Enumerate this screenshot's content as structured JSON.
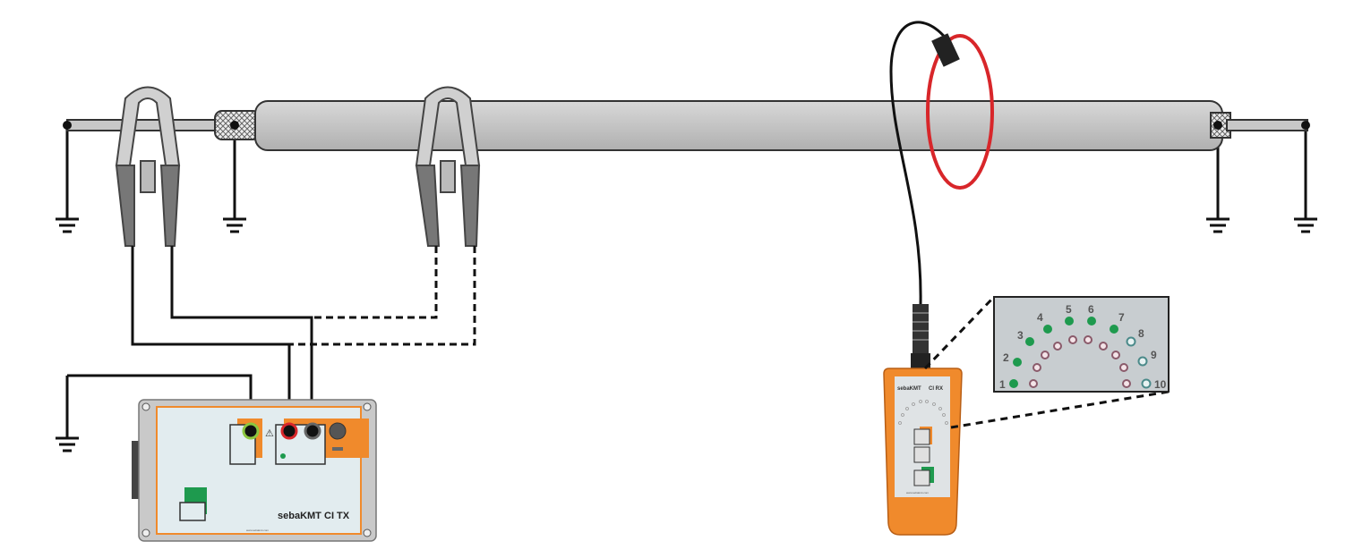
{
  "transmitter": {
    "brand": "sebaKMT",
    "model": "CI TX",
    "url": "www.sebakmt.com"
  },
  "receiver": {
    "brand": "sebaKMT",
    "model": "CI RX",
    "url": "www.sebakmt.com"
  },
  "led_panel": {
    "labels": [
      "1",
      "2",
      "3",
      "4",
      "5",
      "6",
      "7",
      "8",
      "9",
      "10"
    ],
    "lit_count": 7
  },
  "colors": {
    "orange": "#f08a2c",
    "green_led": "#1e9a4e",
    "teal_led": "#4b8a8a",
    "pink_led": "#e8c4cc",
    "red_coil": "#d8262a",
    "cable_gray": "#c8c8c8"
  }
}
